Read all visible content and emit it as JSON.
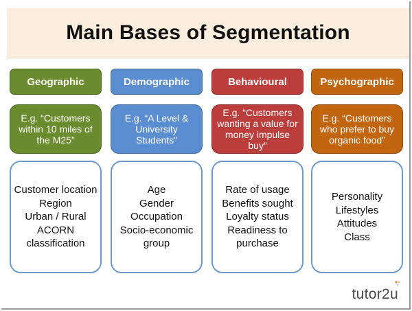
{
  "title": "Main Bases of Segmentation",
  "columns": [
    {
      "header": "Geographic",
      "header_color": "#6b8c2e",
      "example": "E.g. “Customers within 10 miles of the M25”",
      "example_color": "#6b8c2e",
      "items": [
        "Customer location",
        "Region",
        "Urban / Rural",
        "ACORN classification"
      ]
    },
    {
      "header": "Demographic",
      "header_color": "#5b8ed0",
      "example": "E.g. “A Level & University Students”",
      "example_color": "#5b8ed0",
      "items": [
        "Age",
        "Gender",
        "Occupation",
        "Socio-economic group"
      ]
    },
    {
      "header": "Behavioural",
      "header_color": "#bb3e3c",
      "example": "E.g. “Customers wanting a value for money impulse buy”",
      "example_color": "#bb3e3c",
      "items": [
        "Rate of usage",
        "Benefits sought",
        "Loyalty status",
        "Readiness to purchase"
      ]
    },
    {
      "header": "Psychographic",
      "header_color": "#c1660f",
      "example": "E.g. “Customers who prefer to buy organic food”",
      "example_color": "#c1660f",
      "items": [
        "Personality",
        "Lifestyles",
        "Attitudes",
        "Class"
      ]
    }
  ],
  "logo": "tutor2u"
}
